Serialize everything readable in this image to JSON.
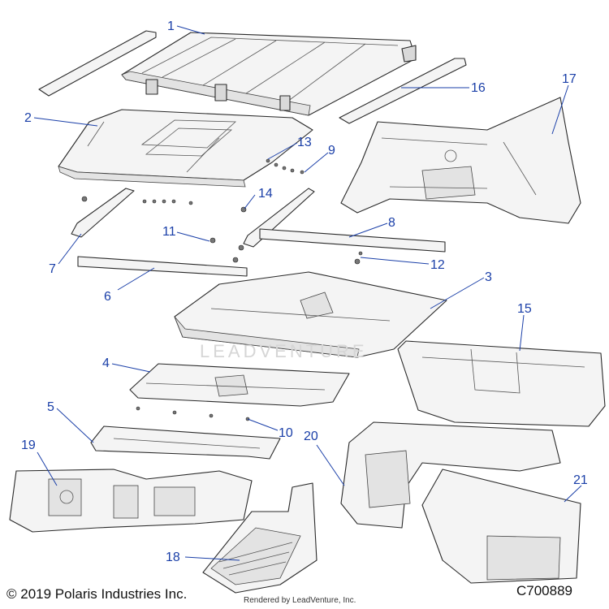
{
  "callouts": [
    {
      "id": "1",
      "label": "1"
    },
    {
      "id": "2",
      "label": "2"
    },
    {
      "id": "3",
      "label": "3"
    },
    {
      "id": "4",
      "label": "4"
    },
    {
      "id": "5",
      "label": "5"
    },
    {
      "id": "6",
      "label": "6"
    },
    {
      "id": "7",
      "label": "7"
    },
    {
      "id": "8",
      "label": "8"
    },
    {
      "id": "9",
      "label": "9"
    },
    {
      "id": "10",
      "label": "10"
    },
    {
      "id": "11",
      "label": "11"
    },
    {
      "id": "12",
      "label": "12"
    },
    {
      "id": "13",
      "label": "13"
    },
    {
      "id": "14",
      "label": "14"
    },
    {
      "id": "15",
      "label": "15"
    },
    {
      "id": "16",
      "label": "16"
    },
    {
      "id": "17",
      "label": "17"
    },
    {
      "id": "18",
      "label": "18"
    },
    {
      "id": "19",
      "label": "19"
    },
    {
      "id": "20",
      "label": "20"
    },
    {
      "id": "21",
      "label": "21"
    }
  ],
  "footer": {
    "copyright": "© 2019 Polaris Industries Inc.",
    "render_credit": "Rendered by LeadVenture, Inc.",
    "drawing_id": "C700889"
  },
  "watermark": "LEADVENTURE",
  "colors": {
    "callout": "#1a3fa8",
    "line": "#2a2a2a",
    "fill": "#f4f4f4"
  }
}
